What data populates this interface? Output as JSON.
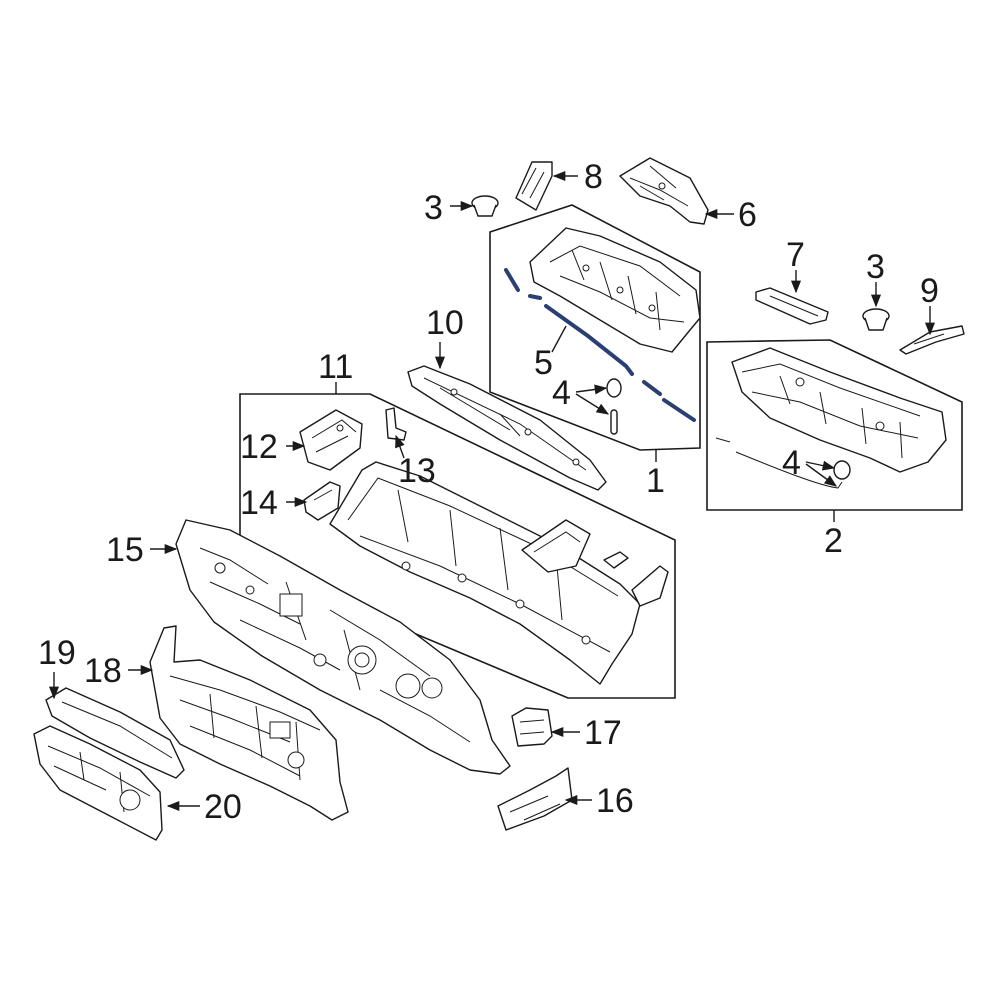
{
  "callouts": {
    "c1": "1",
    "c2": "2",
    "c3a": "3",
    "c3b": "3",
    "c4a": "4",
    "c4b": "4",
    "c5": "5",
    "c6": "6",
    "c7": "7",
    "c8": "8",
    "c9": "9",
    "c10": "10",
    "c11": "11",
    "c12": "12",
    "c13": "13",
    "c14": "14",
    "c15": "15",
    "c16": "16",
    "c17": "17",
    "c18": "18",
    "c19": "19",
    "c20": "20"
  },
  "colors": {
    "line": "#1a1a1a",
    "hose": "#2b3f73",
    "background": "#ffffff"
  }
}
